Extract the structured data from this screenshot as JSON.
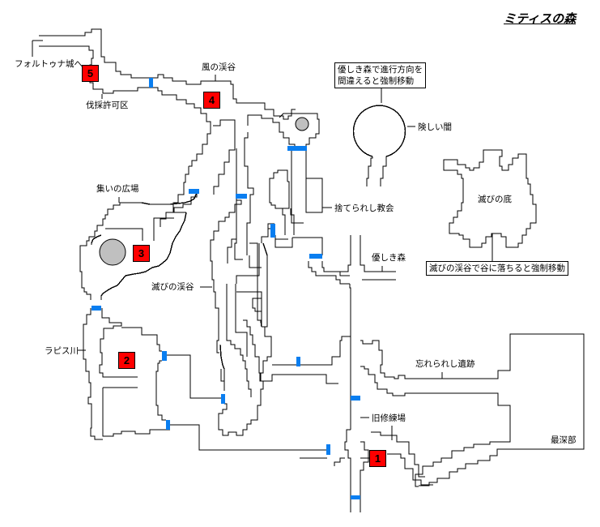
{
  "title": "ミティスの森",
  "colors": {
    "door": "#0a7ef0",
    "badge": "#ff0000",
    "boulder": "#c0c0c0"
  },
  "badges": [
    "1",
    "2",
    "3",
    "4",
    "5"
  ],
  "labels": {
    "fortuna": "フォルトゥナ城へ",
    "logging": "伐採許可区",
    "wind_valley": "風の渓谷",
    "gathering": "集いの広場",
    "ruin_valley": "滅びの渓谷",
    "lapis_river": "ラピス川",
    "abandoned_church": "捨てられし教会",
    "gentle_forest": "優しき森",
    "steep_darkness": "険しい闇",
    "ruin_bottom": "滅びの底",
    "forgotten_ruins": "忘れられし遺跡",
    "old_training": "旧修練場",
    "deepest": "最深部"
  },
  "notes": {
    "gentle_forest_warp_1": "優しき森で進行方向を",
    "gentle_forest_warp_2": "間違えると強制移動",
    "ruin_valley_warp": "滅びの渓谷で谷に落ちると強制移動"
  }
}
